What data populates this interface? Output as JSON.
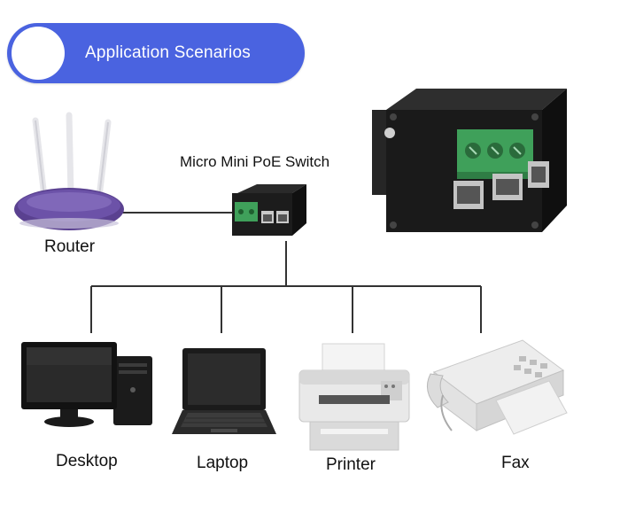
{
  "header": {
    "title": "Application Scenarios"
  },
  "switch_label": "Micro Mini PoE Switch",
  "devices": {
    "router": "Router",
    "desktop": "Desktop",
    "laptop": "Laptop",
    "printer": "Printer",
    "fax": "Fax"
  },
  "colors": {
    "banner": "#4a63e0",
    "line": "#333333",
    "device_body": "#1b1b1b",
    "terminal_green": "#3fa05a",
    "router_purple": "#5a4190"
  },
  "icons": [
    "router-icon",
    "poe-switch-icon",
    "desktop-icon",
    "laptop-icon",
    "printer-icon",
    "fax-icon"
  ]
}
